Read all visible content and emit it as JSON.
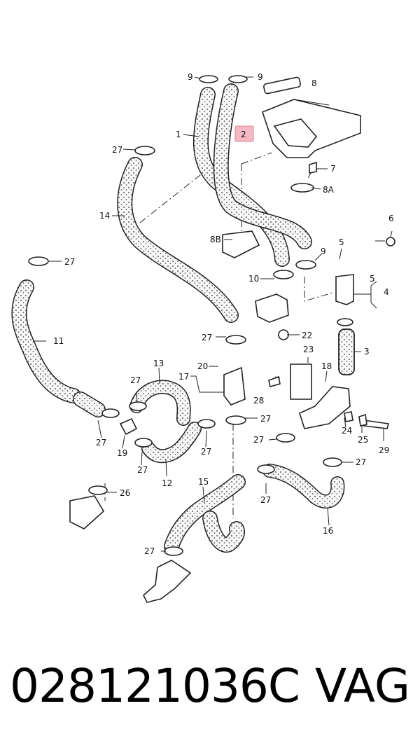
{
  "callouts": {
    "c1": "1",
    "c2": "2",
    "c3": "3",
    "c4": "4",
    "c5a": "5",
    "c5b": "5",
    "c6": "6",
    "c7": "7",
    "c8": "8",
    "c8a": "8A",
    "c8b": "8B",
    "c9a": "9",
    "c9b": "9",
    "c9c": "9",
    "c10": "10",
    "c11": "11",
    "c12": "12",
    "c13": "13",
    "c14": "14",
    "c15": "15",
    "c16": "16",
    "c17": "17",
    "c18": "18",
    "c19": "19",
    "c20": "20",
    "c22": "22",
    "c23": "23",
    "c24": "24",
    "c25": "25",
    "c26": "26",
    "c27a": "27",
    "c27b": "27",
    "c27c": "27",
    "c27d": "27",
    "c27e": "27",
    "c27f": "27",
    "c27g": "27",
    "c27h": "27",
    "c27i": "27",
    "c27j": "27",
    "c27k": "27",
    "c27l": "27",
    "c28": "28",
    "c29": "29"
  },
  "highlight": {
    "label": "2",
    "color": "#f4b9c4",
    "border": "#d98795"
  },
  "footer": {
    "part_number": "028121036C",
    "brand": "VAG"
  }
}
